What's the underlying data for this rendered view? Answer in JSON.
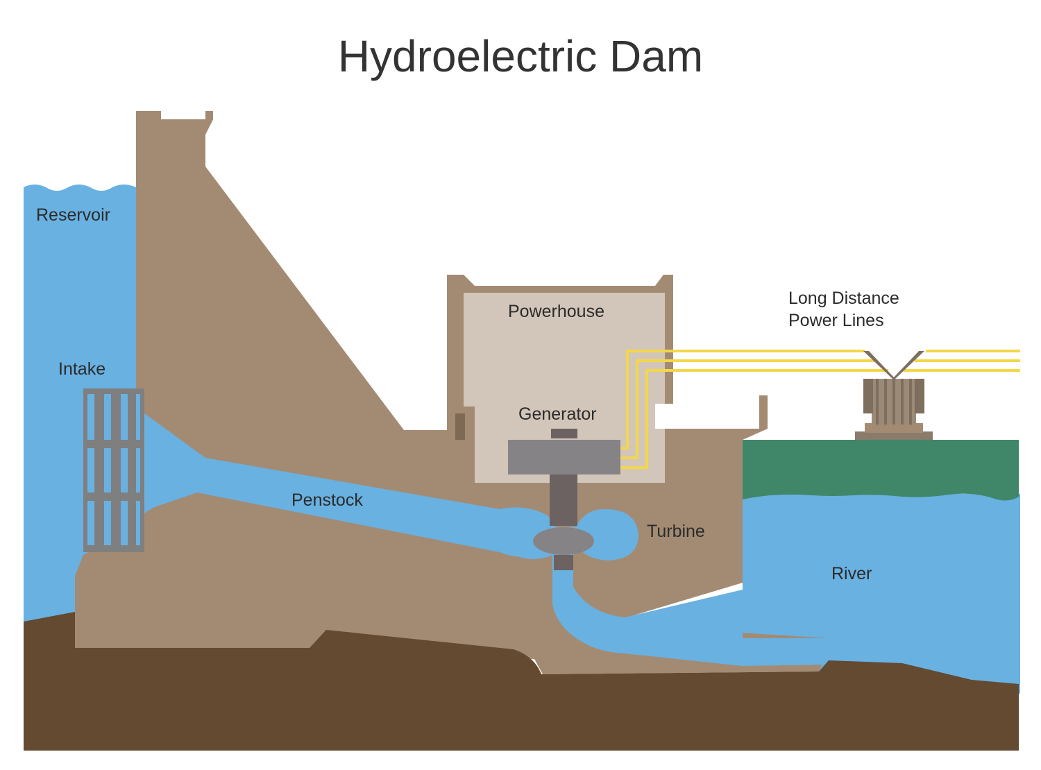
{
  "title": "Hydroelectric Dam",
  "labels": {
    "reservoir": "Reservoir",
    "intake": "Intake",
    "powerhouse": "Powerhouse",
    "generator": "Generator",
    "penstock": "Penstock",
    "turbine": "Turbine",
    "river": "River",
    "power_lines_line1": "Long Distance",
    "power_lines_line2": "Power Lines"
  },
  "colors": {
    "water": "#69B1E1",
    "dam": "#A38B73",
    "ground": "#634A31",
    "powerhouse_interior": "#D2C6BA",
    "machinery": "#868386",
    "shaft": "#6C6262",
    "grass": "#40876A",
    "power_lines": "#F3D74A",
    "intake_grate": "#7F7F7F",
    "tower": "#8A7B6B",
    "title": "#333333"
  }
}
